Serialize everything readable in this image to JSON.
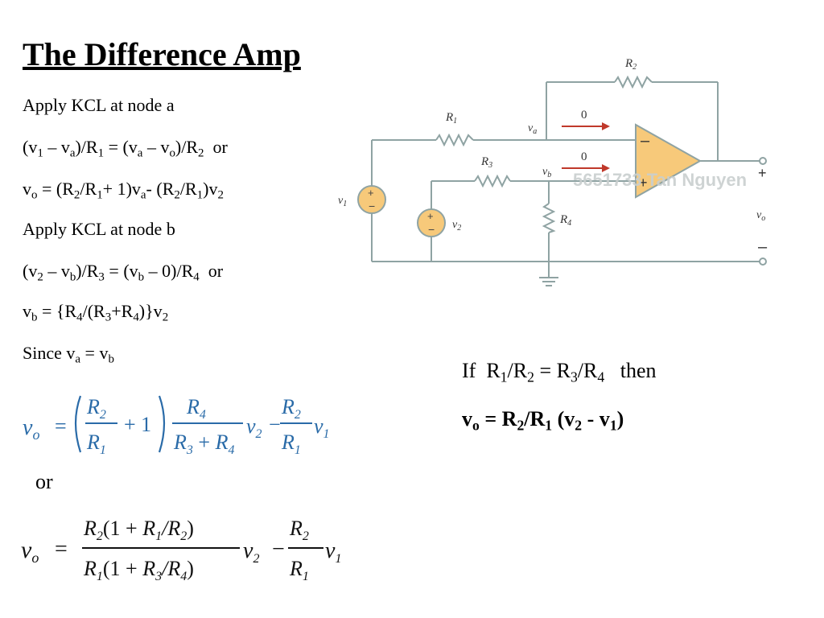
{
  "title": "The Difference Amp",
  "steps": {
    "kcl_a": "Apply KCL at node a",
    "kcl_b": "Apply KCL at node b",
    "since_word": "Since v",
    "or_word": "or"
  },
  "labels": {
    "R1": "R",
    "R1_sub": "1",
    "R2": "R",
    "R2_sub": "2",
    "R3": "R",
    "R3_sub": "3",
    "R4": "R",
    "R4_sub": "4",
    "va": "v",
    "va_sub": "a",
    "vb": "v",
    "vb_sub": "b",
    "v1": "v",
    "v1_sub": "1",
    "v2": "v",
    "v2_sub": "2",
    "vo": "v",
    "vo_sub": "o",
    "zero_a": "0",
    "zero_b": "0",
    "minus": "–",
    "plus": "+",
    "watermark": "5651733 Tan Nguyen"
  },
  "condition": {
    "prefix": "If",
    "suffix": "then"
  },
  "colors": {
    "circuit_wire": "#8fa3a3",
    "opamp_fill": "#f7c97a",
    "source_fill": "#f7c97a",
    "arrow": "#c0392b",
    "formula_blue": "#2a6ba8"
  }
}
